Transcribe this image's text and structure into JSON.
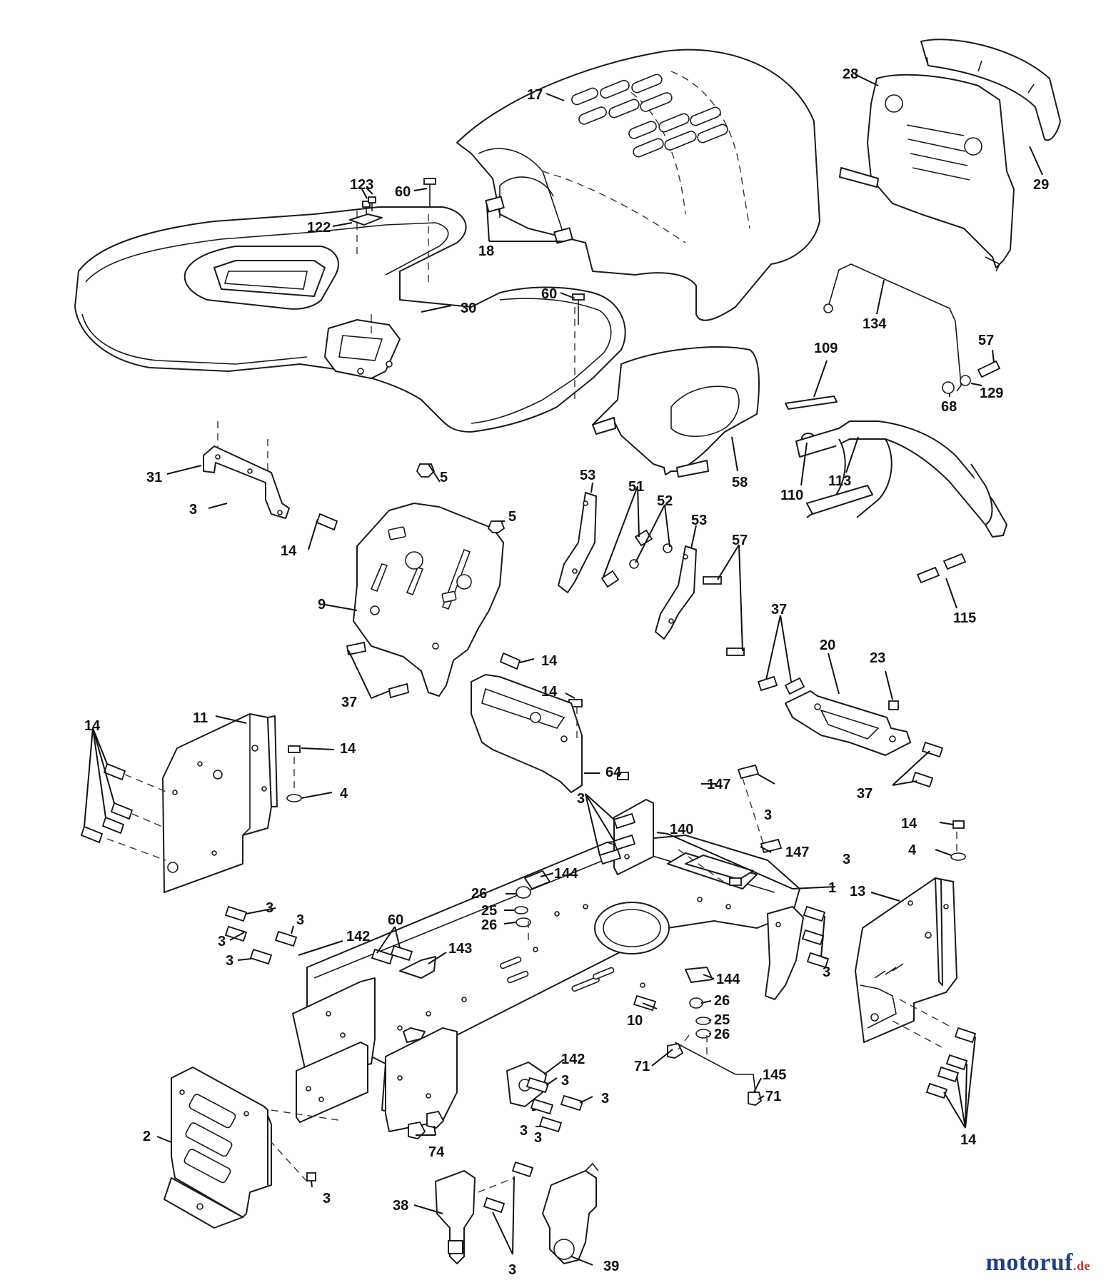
{
  "labels": {
    "l17": "17",
    "l28": "28",
    "l29": "29",
    "l123": "123",
    "l122": "122",
    "l60a": "60",
    "l60b": "60",
    "l18": "18",
    "l30": "30",
    "l134": "134",
    "l57a": "57",
    "l129": "129",
    "l68": "68",
    "l109": "109",
    "l110": "110",
    "l113": "113",
    "l58": "58",
    "l31": "31",
    "l3a": "3",
    "l5a": "5",
    "l5b": "5",
    "l53a": "53",
    "l51": "51",
    "l52": "52",
    "l53b": "53",
    "l57b": "57",
    "l14a": "14",
    "l9": "9",
    "l115": "115",
    "l37a": "37",
    "l20": "20",
    "l23": "23",
    "l14b": "14",
    "l37b": "37",
    "l14c": "14",
    "l11": "11",
    "l14d": "14",
    "l14e": "14",
    "l4a": "4",
    "l64": "64",
    "l37c": "37",
    "l147a": "147",
    "l3b": "3",
    "l3c": "3",
    "l140": "140",
    "l147b": "147",
    "l3d": "3",
    "l14f": "14",
    "l4b": "4",
    "l1": "1",
    "l144a": "144",
    "l26a": "26",
    "l25a": "25",
    "l26b": "26",
    "l13": "13",
    "l3e": "3",
    "l3f": "3",
    "l3g": "3",
    "l3h": "3",
    "l142a": "142",
    "l60c": "60",
    "l143": "143",
    "l3i": "3",
    "l144b": "144",
    "l26c": "26",
    "l10": "10",
    "l25b": "25",
    "l26d": "26",
    "l142b": "142",
    "l3j": "3",
    "l3k": "3",
    "l71a": "71",
    "l145": "145",
    "l71b": "71",
    "l14g": "14",
    "l2": "2",
    "l74": "74",
    "l3l": "3",
    "l3m": "3",
    "l38": "38",
    "l3n": "3",
    "l39": "39"
  },
  "watermark": {
    "main": "motoruf",
    "suffix": ".de"
  }
}
